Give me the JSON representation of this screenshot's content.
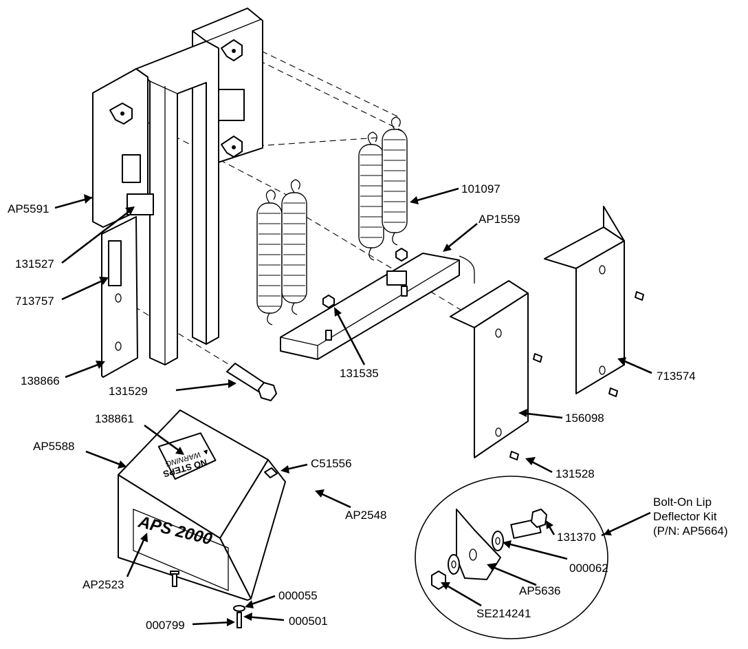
{
  "callouts": [
    {
      "id": "AP5591",
      "text": "AP5591"
    },
    {
      "id": "131527",
      "text": "131527"
    },
    {
      "id": "713757",
      "text": "713757"
    },
    {
      "id": "138866",
      "text": "138866"
    },
    {
      "id": "131529",
      "text": "131529"
    },
    {
      "id": "101097",
      "text": "101097"
    },
    {
      "id": "AP1559",
      "text": "AP1559"
    },
    {
      "id": "131535",
      "text": "131535"
    },
    {
      "id": "713574",
      "text": "713574"
    },
    {
      "id": "156098",
      "text": "156098"
    },
    {
      "id": "131528",
      "text": "131528"
    },
    {
      "id": "138861",
      "text": "138861"
    },
    {
      "id": "AP5588",
      "text": "AP5588"
    },
    {
      "id": "C51556",
      "text": "C51556"
    },
    {
      "id": "AP2548",
      "text": "AP2548"
    },
    {
      "id": "AP2523",
      "text": "AP2523"
    },
    {
      "id": "000055",
      "text": "000055"
    },
    {
      "id": "000799",
      "text": "000799"
    },
    {
      "id": "000501",
      "text": "000501"
    },
    {
      "id": "131370",
      "text": "131370"
    },
    {
      "id": "000062",
      "text": "000062"
    },
    {
      "id": "AP5636",
      "text": "AP5636"
    },
    {
      "id": "SE214241",
      "text": "SE214241"
    }
  ],
  "kit": {
    "line1": "Bolt-On Lip",
    "line2": "Deflector Kit",
    "line3": "(P/N: AP5664)"
  },
  "decal": {
    "warning": "▲ WARNING",
    "text": "NO STEPS"
  },
  "logo": "APS 2000"
}
